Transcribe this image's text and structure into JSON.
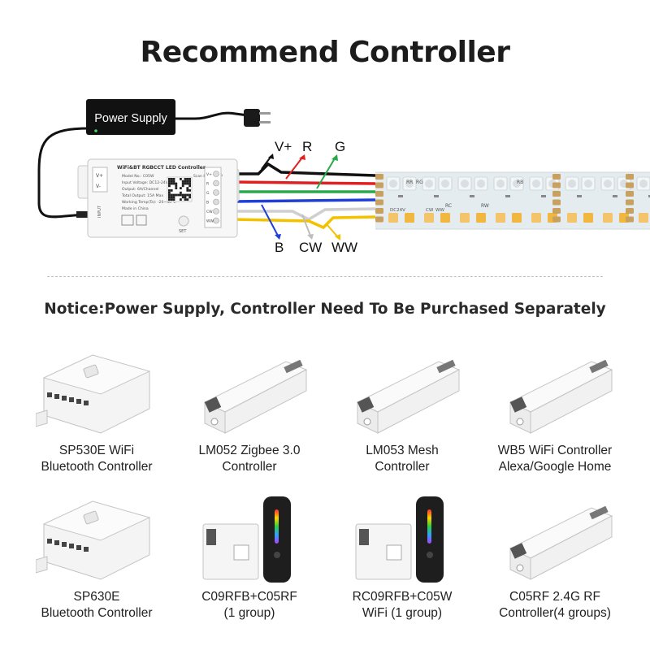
{
  "title": "Recommend Controller",
  "diagram": {
    "power_supply_label": "Power Supply",
    "controller": {
      "heading": "WiFi&BT RGBCCT LED Controller",
      "specs": [
        "Model No.: C05W",
        "Input Voltage: DC12-24V",
        "Output: 6A/Channel",
        "Total Output: 15A Max",
        "Working Temp(Ta): -20~40°C",
        "Made in China"
      ],
      "scan_label": "Scan Install APP",
      "input_terminals": [
        "V+",
        "V-"
      ],
      "input_label": "INPUT",
      "set_label": "SET",
      "output_terminals": [
        "V+",
        "R",
        "G",
        "B",
        "CW",
        "WW"
      ]
    },
    "wire_labels": {
      "top": [
        "V+",
        "R",
        "G"
      ],
      "bottom": [
        "B",
        "CW",
        "WW"
      ]
    },
    "strip": {
      "pad_labels": [
        "RR",
        "RG",
        "RB",
        "RC",
        "RW",
        "DC24V",
        "CW",
        "WW"
      ]
    },
    "colors": {
      "v_plus": "#111111",
      "red": "#e02020",
      "green": "#2aa84a",
      "blue": "#1f3fd6",
      "cool_white": "#cfcfcf",
      "warm_white": "#f2c200",
      "strip_base": "#e4ecef"
    }
  },
  "notice": "Notice:Power Supply, Controller Need To Be Purchased Separately",
  "products": [
    {
      "lines": [
        "SP530E WiFi",
        "Bluetooth Controller"
      ],
      "icon": "square-controller-icon"
    },
    {
      "lines": [
        "LM052 Zigbee 3.0",
        "Controller"
      ],
      "icon": "bar-controller-icon"
    },
    {
      "lines": [
        "LM053 Mesh",
        "Controller"
      ],
      "icon": "bar-controller-icon"
    },
    {
      "lines": [
        "WB5  WiFi Controller",
        "Alexa/Google Home"
      ],
      "icon": "bar-controller-icon"
    },
    {
      "lines": [
        "SP630E",
        "Bluetooth Controller"
      ],
      "icon": "square-controller-icon"
    },
    {
      "lines": [
        "C09RFB+C05RF",
        "(1 group)"
      ],
      "icon": "remote-controller-icon"
    },
    {
      "lines": [
        "RC09RFB+C05W",
        "WiFi (1 group)"
      ],
      "icon": "remote-controller-icon"
    },
    {
      "lines": [
        "C05RF 2.4G RF",
        "Controller(4 groups)"
      ],
      "icon": "bar-controller-icon"
    }
  ]
}
